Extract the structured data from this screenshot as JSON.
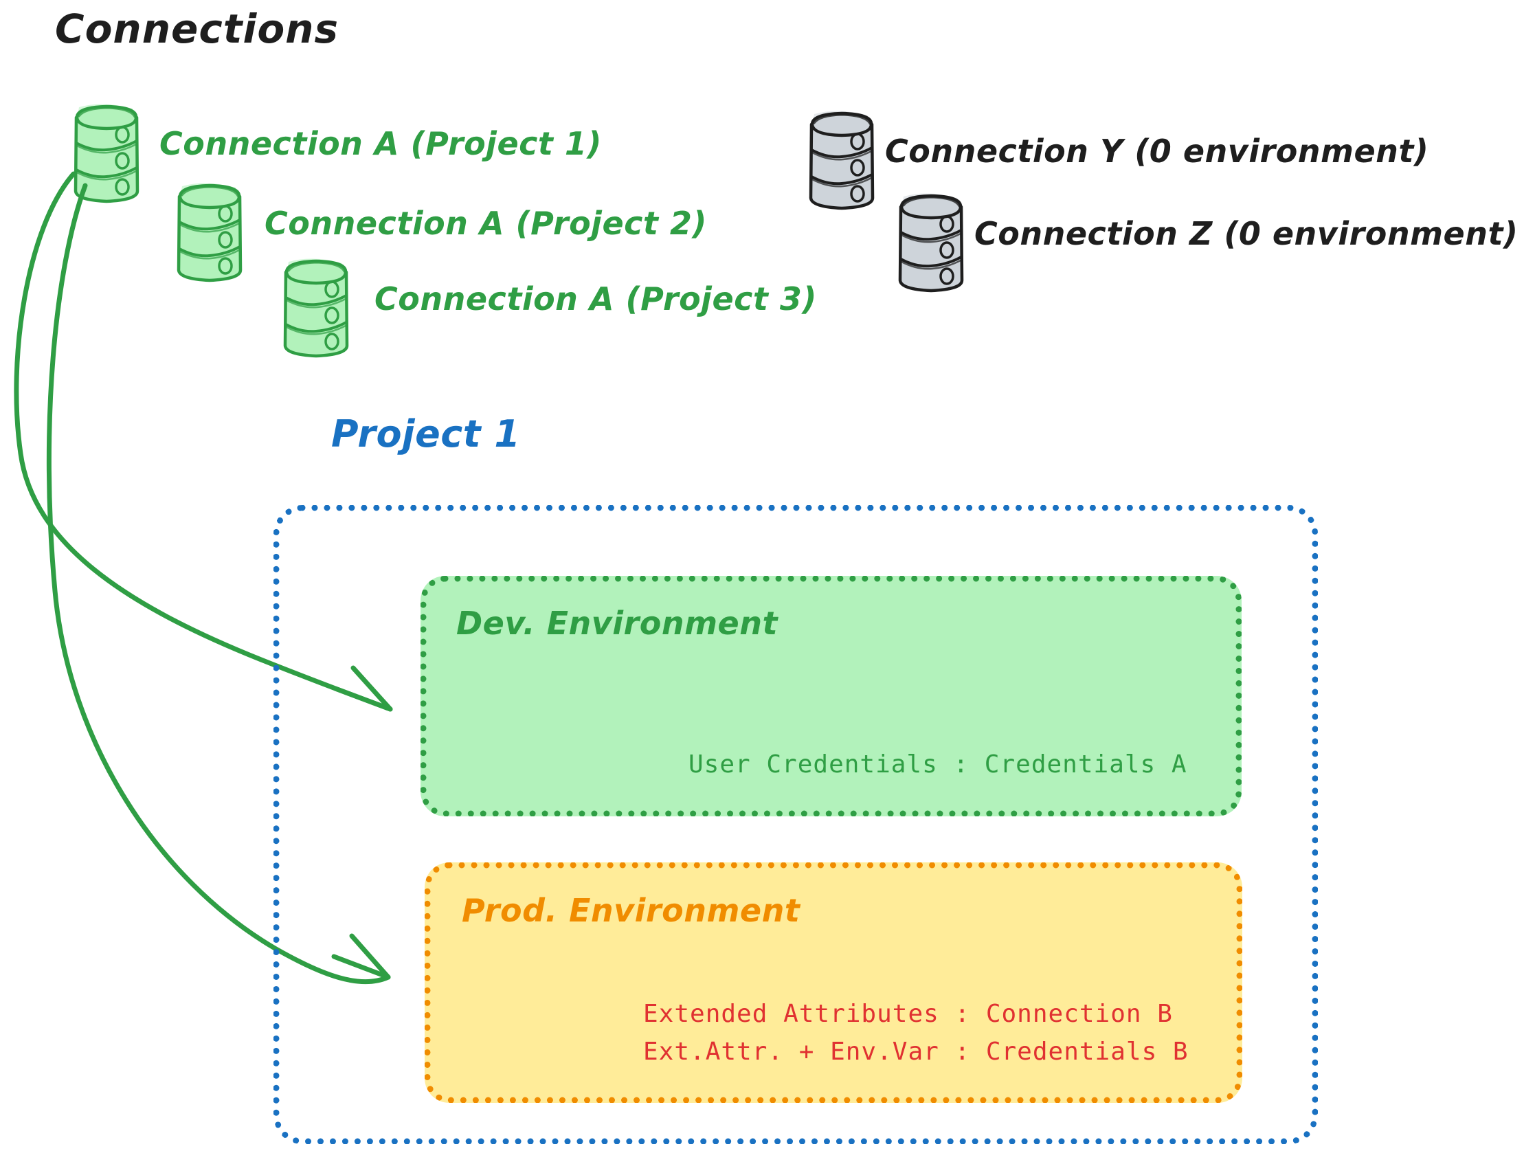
{
  "diagram": {
    "title": "Connections",
    "connections_green": [
      {
        "label": "Connection A (Project 1)",
        "icon": "database-cylinder-icon",
        "color": "#2f9e44"
      },
      {
        "label": "Connection A (Project 2)",
        "icon": "database-cylinder-icon",
        "color": "#2f9e44"
      },
      {
        "label": "Connection A (Project 3)",
        "icon": "database-cylinder-icon",
        "color": "#2f9e44"
      }
    ],
    "connections_gray": [
      {
        "label": "Connection Y (0 environment)",
        "icon": "database-cylinder-icon",
        "color": "#1e1e1e"
      },
      {
        "label": "Connection Z (0 environment)",
        "icon": "database-cylinder-icon",
        "color": "#1e1e1e"
      }
    ],
    "project": {
      "title": "Project 1",
      "color": "#1971c2",
      "environments": [
        {
          "title": "Dev. Environment",
          "color": "#2f9e44",
          "fill": "#b2f2bb",
          "rows": [
            "User Credentials : Credentials A"
          ]
        },
        {
          "title": "Prod. Environment",
          "color": "#f08c00",
          "fill": "#ffec99",
          "rows": [
            "Extended Attributes : Connection B",
            "Ext.Attr. + Env.Var : Credentials B"
          ]
        }
      ]
    },
    "arrows": [
      {
        "from": "Connection A (Project 1)",
        "to": "Dev. Environment",
        "color": "#2f9e44"
      },
      {
        "from": "Connection A (Project 1)",
        "to": "Prod. Environment",
        "color": "#2f9e44"
      }
    ],
    "colors": {
      "green_stroke": "#2f9e44",
      "green_fill": "#b2f2bb",
      "gray_stroke": "#1e1e1e",
      "gray_fill": "#ced4da",
      "blue": "#1971c2",
      "orange": "#f08c00",
      "red": "#e03131",
      "black": "#1e1e1e",
      "background": "#ffffff"
    }
  }
}
